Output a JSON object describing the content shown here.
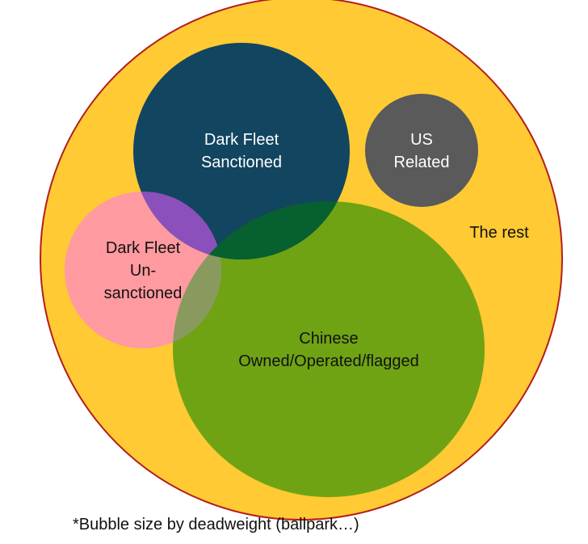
{
  "diagram": {
    "bubbles": {
      "rest": {
        "label": "The rest",
        "fill": "#FFCA33",
        "stroke": "#B21E1E"
      },
      "dark_fleet_sanctioned": {
        "label_lines": [
          "Dark Fleet",
          "Sanctioned"
        ],
        "fill": "#124560"
      },
      "us_related": {
        "label_lines": [
          "US",
          "Related"
        ],
        "fill": "#5A5A5A"
      },
      "dark_fleet_unsanctioned": {
        "label_lines": [
          "Dark Fleet",
          "Un-",
          "sanctioned"
        ],
        "fill": "#FF9AA0"
      },
      "chinese": {
        "label_lines": [
          "Chinese",
          "Owned/Operated/flagged"
        ],
        "fill": "#6FA314"
      }
    },
    "overlap_colors": {
      "sanctioned_unsanctioned": "#8B50BB",
      "sanctioned_chinese": "#07602F",
      "unsanctioned_chinese": "#8A9A5F"
    },
    "footnote": "*Bubble size by deadweight (ballpark…)"
  }
}
